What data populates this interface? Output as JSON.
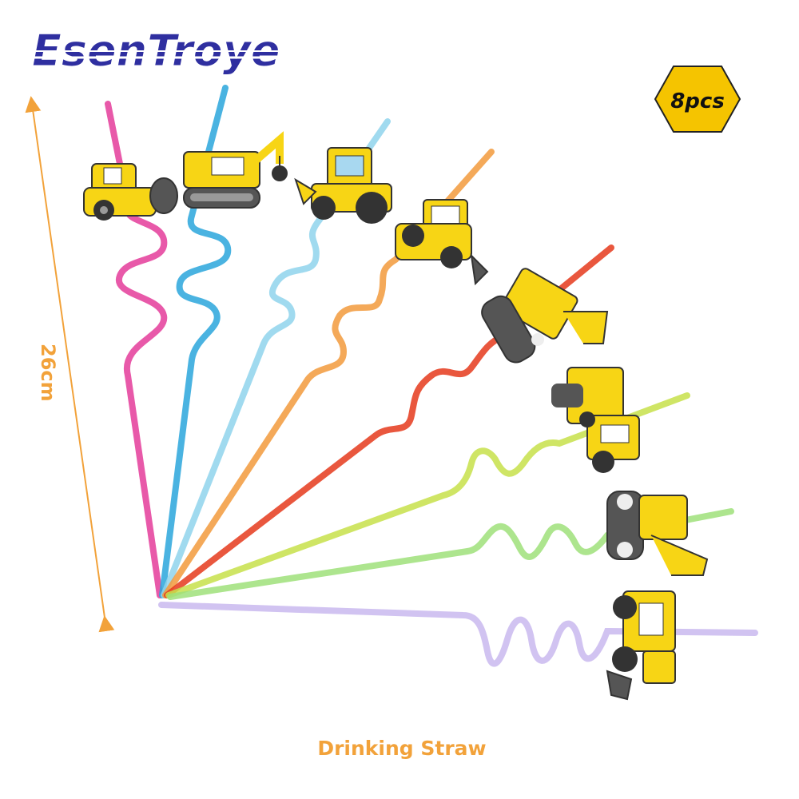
{
  "brand": {
    "name": "EsenTroye",
    "color": "#2f2fa0"
  },
  "badge": {
    "label": "8pcs",
    "fill": "#f5c400"
  },
  "dimension": {
    "label": "26cm",
    "color": "#f2a23a"
  },
  "caption": {
    "label": "Drinking Straw",
    "color": "#f2a23a"
  },
  "product": {
    "piece_count": 8,
    "straw_colors": [
      "#e43c9a",
      "#2aa6dc",
      "#8fd3ec",
      "#f29a3c",
      "#e53a1c",
      "#c7e04a",
      "#9fe07a",
      "#c9b8ee"
    ],
    "topper_color": "#f7d515"
  },
  "icons": [
    "roller-topper-icon",
    "excavator-topper-icon",
    "loader-topper-icon",
    "bulldozer-topper-icon",
    "tracked-excavator-topper-icon",
    "dump-truck-topper-icon",
    "digger-topper-icon",
    "front-loader-topper-icon"
  ]
}
